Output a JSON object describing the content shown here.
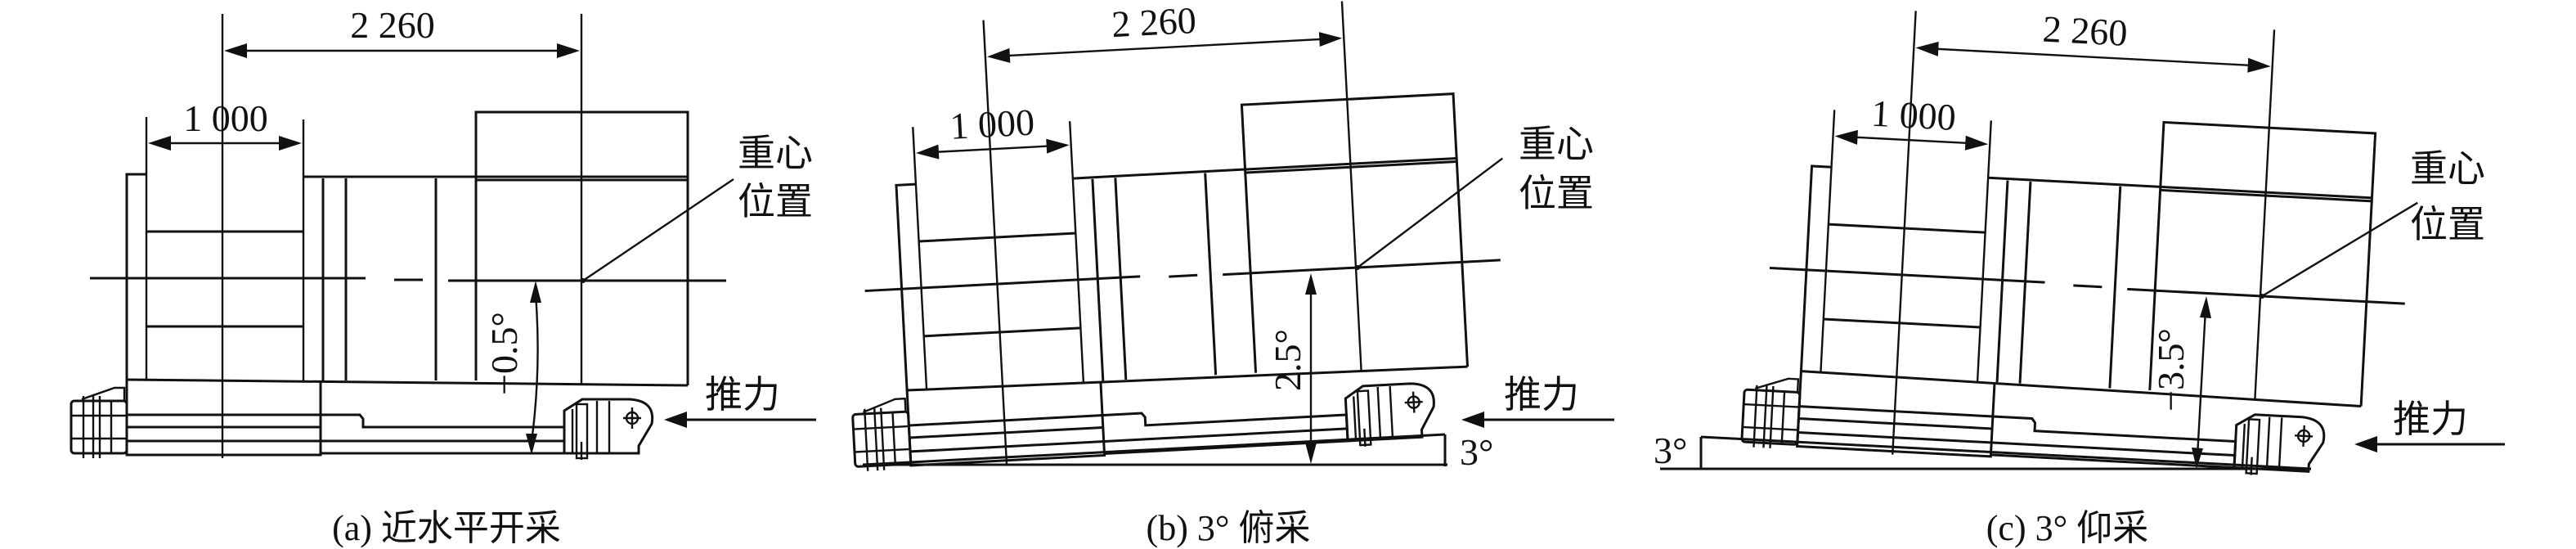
{
  "dimensions": {
    "overall": "2 260",
    "front": "1 000"
  },
  "labels": {
    "cg_line1": "重心",
    "cg_line2": "位置",
    "thrust": "推力"
  },
  "panels": [
    {
      "id": "a",
      "caption": "(a) 近水平开采",
      "angle": "−0.5°"
    },
    {
      "id": "b",
      "caption": "(b) 3° 俯采",
      "angle": "2.5°",
      "slope": "3°"
    },
    {
      "id": "c",
      "caption": "(c) 3° 仰采",
      "angle": "−3.5°",
      "slope": "3°"
    }
  ],
  "colors": {
    "ink": "#111111",
    "background": "#ffffff"
  }
}
